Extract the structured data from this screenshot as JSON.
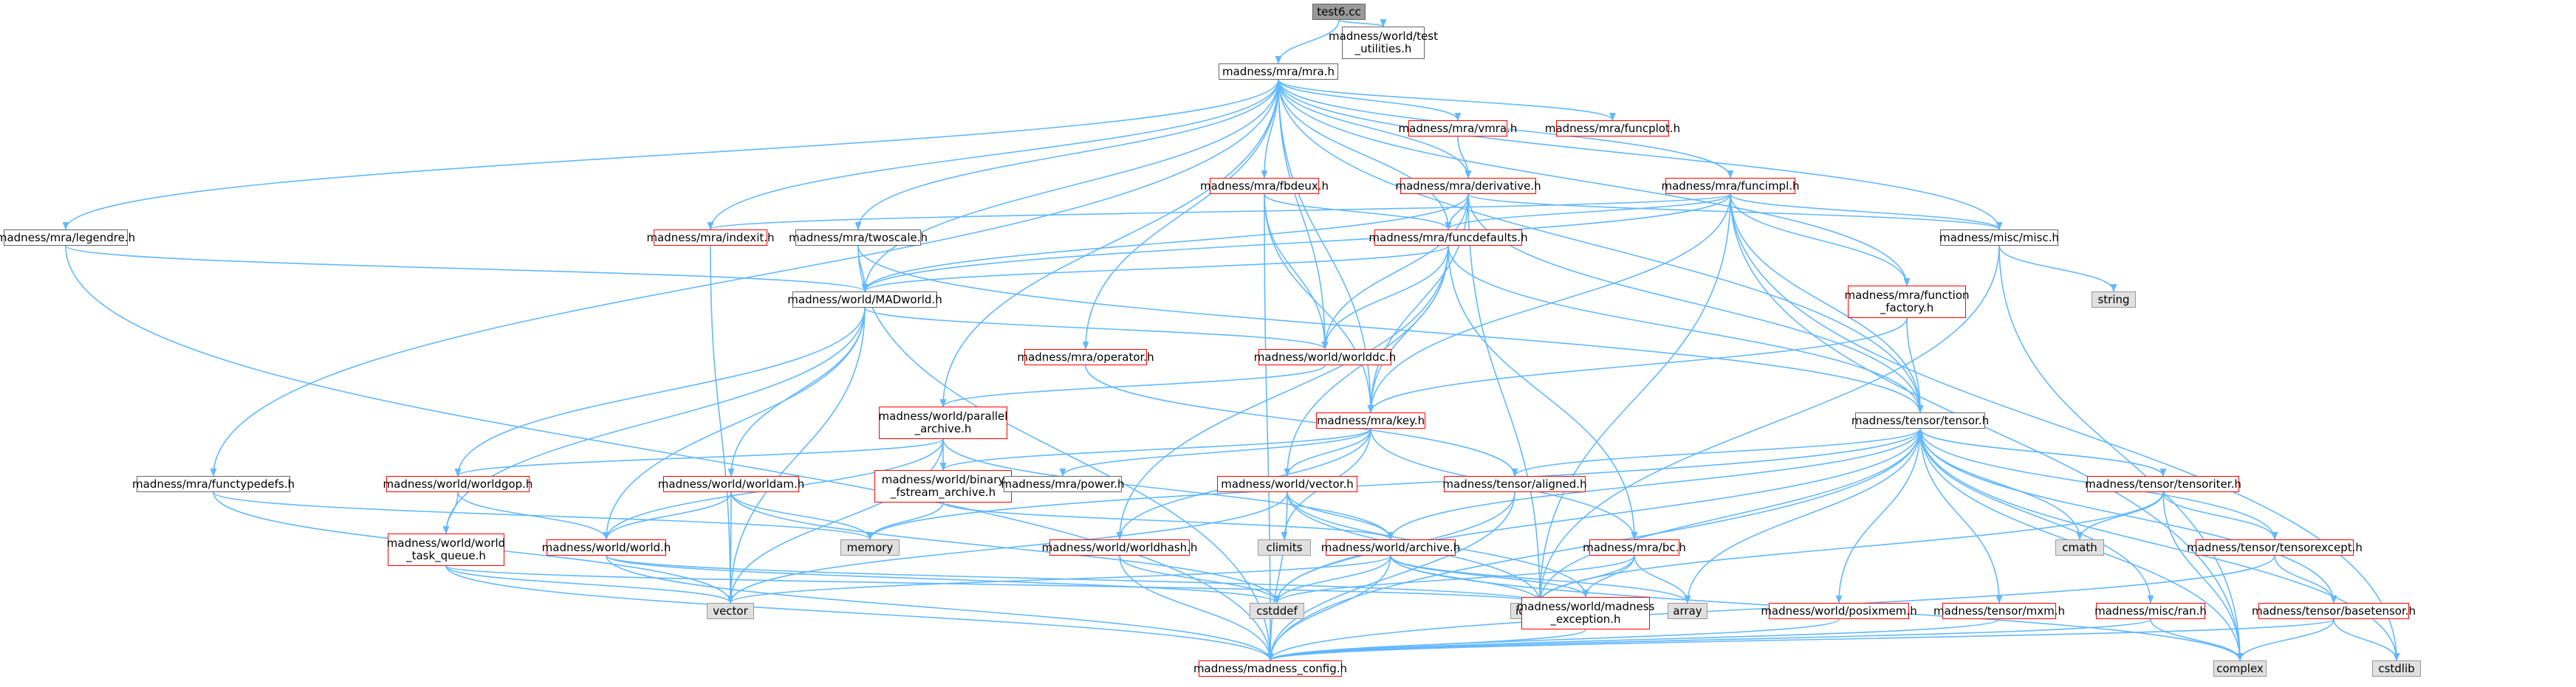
{
  "graph": {
    "title": "test6.cc",
    "edge_color": "#63B8FF",
    "link_border_color": "#ff0000",
    "external_fill_color": "#e0e0e0",
    "root_fill_color": "#999999",
    "nodes": [
      {
        "id": "test6",
        "label": "test6.cc",
        "kind": "root"
      },
      {
        "id": "world_test_utilities",
        "label": "madness/world/test\n_utilities.h",
        "kind": "doc"
      },
      {
        "id": "mra_mra",
        "label": "madness/mra/mra.h",
        "kind": "doc"
      },
      {
        "id": "mra_vmra",
        "label": "madness/mra/vmra.h",
        "kind": "link"
      },
      {
        "id": "mra_funcplot",
        "label": "madness/mra/funcplot.h",
        "kind": "link"
      },
      {
        "id": "mra_fbdeux",
        "label": "madness/mra/fbdeux.h",
        "kind": "link"
      },
      {
        "id": "mra_derivative",
        "label": "madness/mra/derivative.h",
        "kind": "link"
      },
      {
        "id": "mra_funcimpl",
        "label": "madness/mra/funcimpl.h",
        "kind": "link"
      },
      {
        "id": "mra_legendre",
        "label": "madness/mra/legendre.h",
        "kind": "doc"
      },
      {
        "id": "mra_indexit",
        "label": "madness/mra/indexit.h",
        "kind": "link"
      },
      {
        "id": "mra_twoscale",
        "label": "madness/mra/twoscale.h",
        "kind": "doc"
      },
      {
        "id": "mra_funcdefaults",
        "label": "madness/mra/funcdefaults.h",
        "kind": "link"
      },
      {
        "id": "misc_misc",
        "label": "madness/misc/misc.h",
        "kind": "doc"
      },
      {
        "id": "string",
        "label": "string",
        "kind": "ext"
      },
      {
        "id": "mra_function_factory",
        "label": "madness/mra/function\n_factory.h",
        "kind": "link"
      },
      {
        "id": "world_madworld",
        "label": "madness/world/MADworld.h",
        "kind": "doc"
      },
      {
        "id": "mra_operator",
        "label": "madness/mra/operator.h",
        "kind": "link"
      },
      {
        "id": "world_worlddc",
        "label": "madness/world/worlddc.h",
        "kind": "link"
      },
      {
        "id": "world_parallel_archive",
        "label": "madness/world/parallel\n_archive.h",
        "kind": "link"
      },
      {
        "id": "mra_key",
        "label": "madness/mra/key.h",
        "kind": "link"
      },
      {
        "id": "tensor_tensor",
        "label": "madness/tensor/tensor.h",
        "kind": "doc"
      },
      {
        "id": "mra_functypedefs",
        "label": "madness/mra/functypedefs.h",
        "kind": "doc"
      },
      {
        "id": "world_worldgop",
        "label": "madness/world/worldgop.h",
        "kind": "link"
      },
      {
        "id": "world_worldam",
        "label": "madness/world/worldam.h",
        "kind": "link"
      },
      {
        "id": "world_binary_fstream_archive",
        "label": "madness/world/binary\n_fstream_archive.h",
        "kind": "link"
      },
      {
        "id": "mra_power",
        "label": "madness/mra/power.h",
        "kind": "doc"
      },
      {
        "id": "world_vector",
        "label": "madness/world/vector.h",
        "kind": "link"
      },
      {
        "id": "tensor_aligned",
        "label": "madness/tensor/aligned.h",
        "kind": "link"
      },
      {
        "id": "tensor_tensoriter",
        "label": "madness/tensor/tensoriter.h",
        "kind": "link"
      },
      {
        "id": "memory",
        "label": "memory",
        "kind": "ext"
      },
      {
        "id": "climits",
        "label": "climits",
        "kind": "ext"
      },
      {
        "id": "cmath",
        "label": "cmath",
        "kind": "ext"
      },
      {
        "id": "tensor_tensorexcept",
        "label": "madness/tensor/tensorexcept.h",
        "kind": "link"
      },
      {
        "id": "world_world_task_queue",
        "label": "madness/world/world\n_task_queue.h",
        "kind": "link"
      },
      {
        "id": "world_world",
        "label": "madness/world/world.h",
        "kind": "link"
      },
      {
        "id": "world_worldhash",
        "label": "madness/world/worldhash.h",
        "kind": "link"
      },
      {
        "id": "world_archive",
        "label": "madness/world/archive.h",
        "kind": "link"
      },
      {
        "id": "mra_bc",
        "label": "madness/mra/bc.h",
        "kind": "link"
      },
      {
        "id": "vector",
        "label": "vector",
        "kind": "ext"
      },
      {
        "id": "cstddef",
        "label": "cstddef",
        "kind": "ext"
      },
      {
        "id": "iostream",
        "label": "iostream",
        "kind": "ext"
      },
      {
        "id": "array",
        "label": "array",
        "kind": "ext"
      },
      {
        "id": "world_madness_exception",
        "label": "madness/world/madness\n_exception.h",
        "kind": "link"
      },
      {
        "id": "world_posixmem",
        "label": "madness/world/posixmem.h",
        "kind": "link"
      },
      {
        "id": "tensor_mxm",
        "label": "madness/tensor/mxm.h",
        "kind": "link"
      },
      {
        "id": "misc_ran",
        "label": "madness/misc/ran.h",
        "kind": "link"
      },
      {
        "id": "tensor_basetensor",
        "label": "madness/tensor/basetensor.h",
        "kind": "link"
      },
      {
        "id": "cstdlib",
        "label": "cstdlib",
        "kind": "ext"
      },
      {
        "id": "complex",
        "label": "complex",
        "kind": "ext"
      },
      {
        "id": "madness_config",
        "label": "madness/madness_config.h",
        "kind": "link"
      }
    ],
    "edges": [
      [
        "test6",
        "mra_mra"
      ],
      [
        "test6",
        "world_test_utilities"
      ],
      [
        "mra_mra",
        "mra_vmra"
      ],
      [
        "mra_mra",
        "mra_funcplot"
      ],
      [
        "mra_mra",
        "mra_fbdeux"
      ],
      [
        "mra_mra",
        "mra_derivative"
      ],
      [
        "mra_mra",
        "mra_funcimpl"
      ],
      [
        "mra_mra",
        "mra_legendre"
      ],
      [
        "mra_mra",
        "mra_indexit"
      ],
      [
        "mra_mra",
        "mra_twoscale"
      ],
      [
        "mra_mra",
        "mra_funcdefaults"
      ],
      [
        "mra_mra",
        "misc_misc"
      ],
      [
        "mra_mra",
        "mra_function_factory"
      ],
      [
        "mra_mra",
        "world_madworld"
      ],
      [
        "mra_mra",
        "mra_operator"
      ],
      [
        "mra_mra",
        "world_worlddc"
      ],
      [
        "mra_mra",
        "world_parallel_archive"
      ],
      [
        "mra_mra",
        "mra_key"
      ],
      [
        "mra_mra",
        "tensor_tensor"
      ],
      [
        "mra_mra",
        "mra_functypedefs"
      ],
      [
        "mra_vmra",
        "mra_derivative"
      ],
      [
        "mra_fbdeux",
        "mra_funcdefaults"
      ],
      [
        "mra_fbdeux",
        "world_worlddc"
      ],
      [
        "mra_fbdeux",
        "mra_key"
      ],
      [
        "mra_fbdeux",
        "madness_config"
      ],
      [
        "mra_derivative",
        "mra_funcdefaults"
      ],
      [
        "mra_derivative",
        "world_madworld"
      ],
      [
        "mra_derivative",
        "misc_misc"
      ],
      [
        "mra_derivative",
        "mra_key"
      ],
      [
        "mra_derivative",
        "tensor_tensor"
      ],
      [
        "mra_derivative",
        "world_worlddc"
      ],
      [
        "mra_derivative",
        "iostream"
      ],
      [
        "mra_funcimpl",
        "misc_misc"
      ],
      [
        "mra_funcimpl",
        "mra_function_factory"
      ],
      [
        "mra_funcimpl",
        "mra_funcdefaults"
      ],
      [
        "mra_funcimpl",
        "mra_indexit"
      ],
      [
        "mra_funcimpl",
        "world_madworld"
      ],
      [
        "mra_funcimpl",
        "tensor_tensor"
      ],
      [
        "mra_funcimpl",
        "mra_key"
      ],
      [
        "mra_funcimpl",
        "iostream"
      ],
      [
        "mra_funcimpl",
        "complex"
      ],
      [
        "mra_funcimpl",
        "cstdlib"
      ],
      [
        "mra_legendre",
        "world_madworld"
      ],
      [
        "mra_legendre",
        "madness_config"
      ],
      [
        "mra_indexit",
        "vector"
      ],
      [
        "mra_twoscale",
        "world_madworld"
      ],
      [
        "mra_twoscale",
        "tensor_tensor"
      ],
      [
        "mra_twoscale",
        "madness_config"
      ],
      [
        "mra_funcdefaults",
        "world_madworld"
      ],
      [
        "mra_funcdefaults",
        "world_worlddc"
      ],
      [
        "mra_funcdefaults",
        "mra_key"
      ],
      [
        "mra_funcdefaults",
        "tensor_tensor"
      ],
      [
        "mra_funcdefaults",
        "world_vector"
      ],
      [
        "mra_funcdefaults",
        "mra_bc"
      ],
      [
        "mra_funcdefaults",
        "world_worldhash"
      ],
      [
        "misc_misc",
        "string"
      ],
      [
        "misc_misc",
        "iostream"
      ],
      [
        "misc_misc",
        "complex"
      ],
      [
        "mra_function_factory",
        "tensor_tensor"
      ],
      [
        "mra_function_factory",
        "mra_key"
      ],
      [
        "world_madworld",
        "world_worlddc"
      ],
      [
        "world_madworld",
        "world_worldgop"
      ],
      [
        "world_madworld",
        "world_worldam"
      ],
      [
        "world_madworld",
        "world_world"
      ],
      [
        "world_madworld",
        "world_world_task_queue"
      ],
      [
        "world_madworld",
        "vector"
      ],
      [
        "mra_operator",
        "tensor_aligned"
      ],
      [
        "world_worlddc",
        "world_parallel_archive"
      ],
      [
        "world_parallel_archive",
        "world_binary_fstream_archive"
      ],
      [
        "world_parallel_archive",
        "world_archive"
      ],
      [
        "world_parallel_archive",
        "world_worldgop"
      ],
      [
        "world_parallel_archive",
        "world_world"
      ],
      [
        "world_parallel_archive",
        "vector"
      ],
      [
        "mra_key",
        "world_vector"
      ],
      [
        "mra_key",
        "mra_power"
      ],
      [
        "mra_key",
        "world_binary_fstream_archive"
      ],
      [
        "mra_key",
        "mra_bc"
      ],
      [
        "mra_key",
        "world_worldhash"
      ],
      [
        "mra_key",
        "climits"
      ],
      [
        "tensor_tensor",
        "tensor_tensoriter"
      ],
      [
        "tensor_tensor",
        "tensor_aligned"
      ],
      [
        "tensor_tensor",
        "tensor_tensorexcept"
      ],
      [
        "tensor_tensor",
        "tensor_basetensor"
      ],
      [
        "tensor_tensor",
        "tensor_mxm"
      ],
      [
        "tensor_tensor",
        "misc_ran"
      ],
      [
        "tensor_tensor",
        "world_posixmem"
      ],
      [
        "tensor_tensor",
        "cmath"
      ],
      [
        "tensor_tensor",
        "cstdlib"
      ],
      [
        "tensor_tensor",
        "complex"
      ],
      [
        "tensor_tensor",
        "memory"
      ],
      [
        "tensor_tensor",
        "array"
      ],
      [
        "tensor_tensor",
        "iostream"
      ],
      [
        "tensor_tensor",
        "world_archive"
      ],
      [
        "tensor_tensor",
        "madness_config"
      ],
      [
        "tensor_tensor",
        "cstddef"
      ],
      [
        "mra_functypedefs",
        "vector"
      ],
      [
        "mra_functypedefs",
        "memory"
      ],
      [
        "world_worldgop",
        "world_world"
      ],
      [
        "world_worldgop",
        "world_world_task_queue"
      ],
      [
        "world_worldam",
        "world_world"
      ],
      [
        "world_worldam",
        "memory"
      ],
      [
        "world_worldam",
        "vector"
      ],
      [
        "world_worldam",
        "cstddef"
      ],
      [
        "world_binary_fstream_archive",
        "world_archive"
      ],
      [
        "world_binary_fstream_archive",
        "memory"
      ],
      [
        "world_vector",
        "world_archive"
      ],
      [
        "world_vector",
        "vector"
      ],
      [
        "world_vector",
        "madness_config"
      ],
      [
        "world_vector",
        "world_madness_exception"
      ],
      [
        "world_vector",
        "iostream"
      ],
      [
        "tensor_aligned",
        "madness_config"
      ],
      [
        "tensor_aligned",
        "cstddef"
      ],
      [
        "tensor_tensoriter",
        "tensor_tensorexcept"
      ],
      [
        "tensor_tensoriter",
        "tensor_tensor"
      ],
      [
        "tensor_tensoriter",
        "cmath"
      ],
      [
        "tensor_tensoriter",
        "complex"
      ],
      [
        "tensor_tensoriter",
        "iostream"
      ],
      [
        "tensor_tensorexcept",
        "tensor_basetensor"
      ],
      [
        "tensor_tensorexcept",
        "madness_config"
      ],
      [
        "world_world_task_queue",
        "madness_config"
      ],
      [
        "world_world_task_queue",
        "vector"
      ],
      [
        "world_world_task_queue",
        "iostream"
      ],
      [
        "world_world",
        "madness_config"
      ],
      [
        "world_world",
        "cstddef"
      ],
      [
        "world_world",
        "iostream"
      ],
      [
        "world_worldhash",
        "madness_config"
      ],
      [
        "world_worldhash",
        "cstddef"
      ],
      [
        "world_archive",
        "madness_config"
      ],
      [
        "world_archive",
        "world_madness_exception"
      ],
      [
        "world_archive",
        "array"
      ],
      [
        "world_archive",
        "cstddef"
      ],
      [
        "world_archive",
        "iostream"
      ],
      [
        "world_archive",
        "vector"
      ],
      [
        "world_archive",
        "complex"
      ],
      [
        "mra_bc",
        "world_madness_exception"
      ],
      [
        "mra_bc",
        "array"
      ],
      [
        "mra_bc",
        "iostream"
      ],
      [
        "mra_bc",
        "cstddef"
      ],
      [
        "world_madness_exception",
        "madness_config"
      ],
      [
        "world_posixmem",
        "madness_config"
      ],
      [
        "tensor_mxm",
        "madness_config"
      ],
      [
        "misc_ran",
        "complex"
      ],
      [
        "misc_ran",
        "madness_config"
      ],
      [
        "tensor_basetensor",
        "madness_config"
      ],
      [
        "tensor_basetensor",
        "complex"
      ],
      [
        "tensor_basetensor",
        "cstdlib"
      ]
    ]
  }
}
